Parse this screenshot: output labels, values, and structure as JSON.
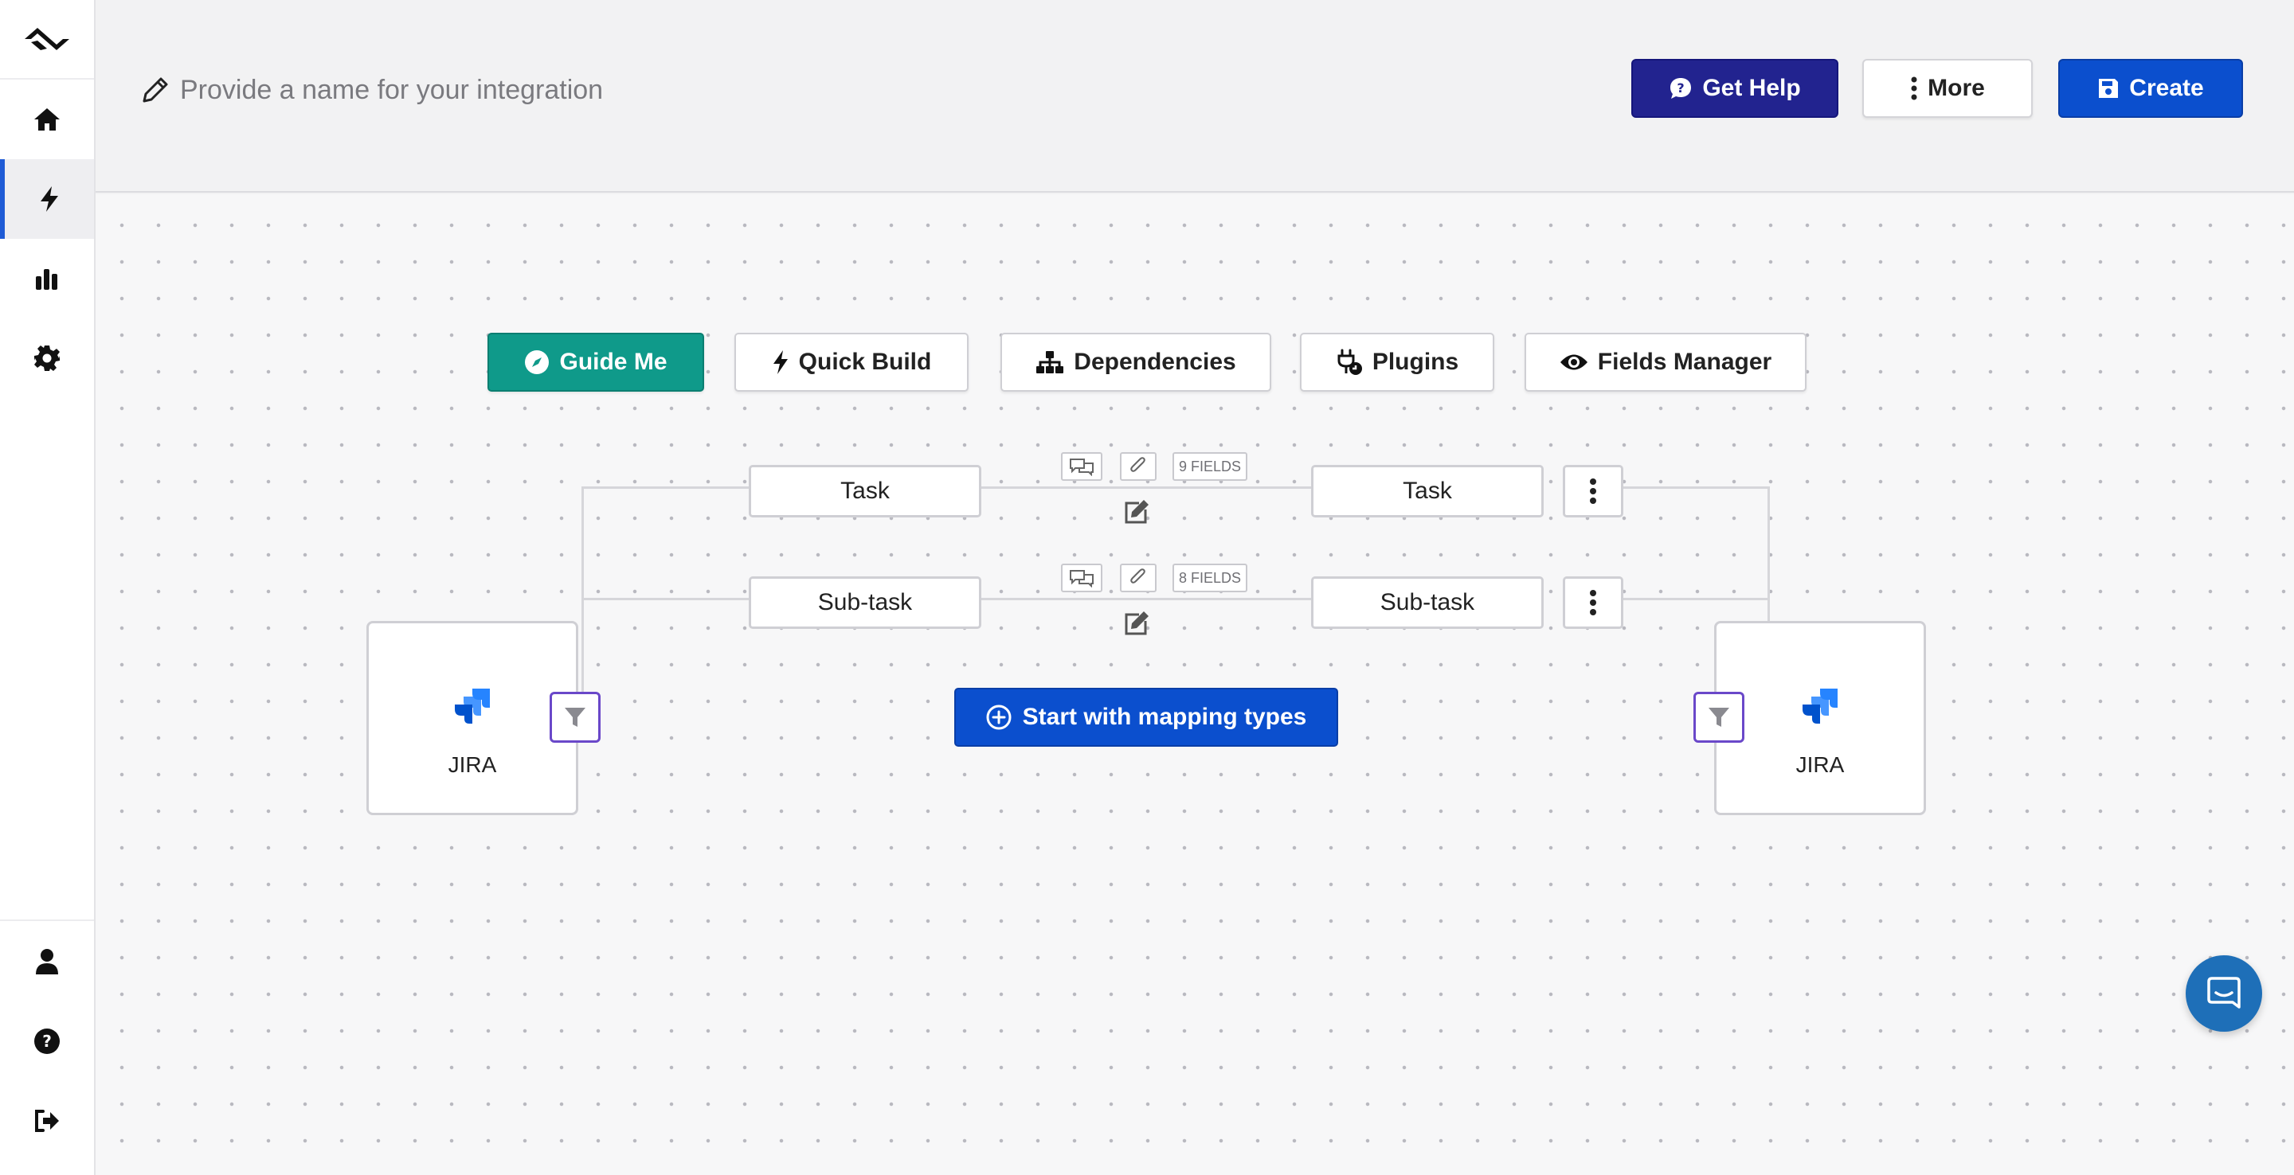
{
  "sidebar": {
    "logo_icon": "brand-logo-icon",
    "items": [
      {
        "name": "home",
        "icon": "home-icon"
      },
      {
        "name": "integrations",
        "icon": "bolt-icon",
        "active": true
      },
      {
        "name": "analytics",
        "icon": "bar-chart-icon"
      },
      {
        "name": "settings",
        "icon": "gear-icon"
      }
    ],
    "bottom_items": [
      {
        "name": "profile",
        "icon": "user-icon"
      },
      {
        "name": "help",
        "icon": "question-circle-icon"
      },
      {
        "name": "logout",
        "icon": "sign-out-icon"
      }
    ]
  },
  "header": {
    "name_placeholder": "Provide a name for your integration",
    "buttons": {
      "get_help": "Get Help",
      "more": "More",
      "create": "Create"
    }
  },
  "toolbar": {
    "guide_me": "Guide Me",
    "quick_build": "Quick Build",
    "dependencies": "Dependencies",
    "plugins": "Plugins",
    "fields_manager": "Fields Manager"
  },
  "mappings": [
    {
      "left_type": "Task",
      "right_type": "Task",
      "fields_badge": "9 FIELDS"
    },
    {
      "left_type": "Sub-task",
      "right_type": "Sub-task",
      "fields_badge": "8 FIELDS"
    }
  ],
  "nodes": {
    "left": {
      "label": "JIRA"
    },
    "right": {
      "label": "JIRA"
    }
  },
  "start_mapping_label": "Start with mapping types",
  "colors": {
    "primary": "#0b4fce",
    "help": "#22238f",
    "guide": "#0f9a8a",
    "filter_border": "#6a48c9",
    "jira_blue": "#2684ff",
    "chat": "#1e6fb8"
  }
}
